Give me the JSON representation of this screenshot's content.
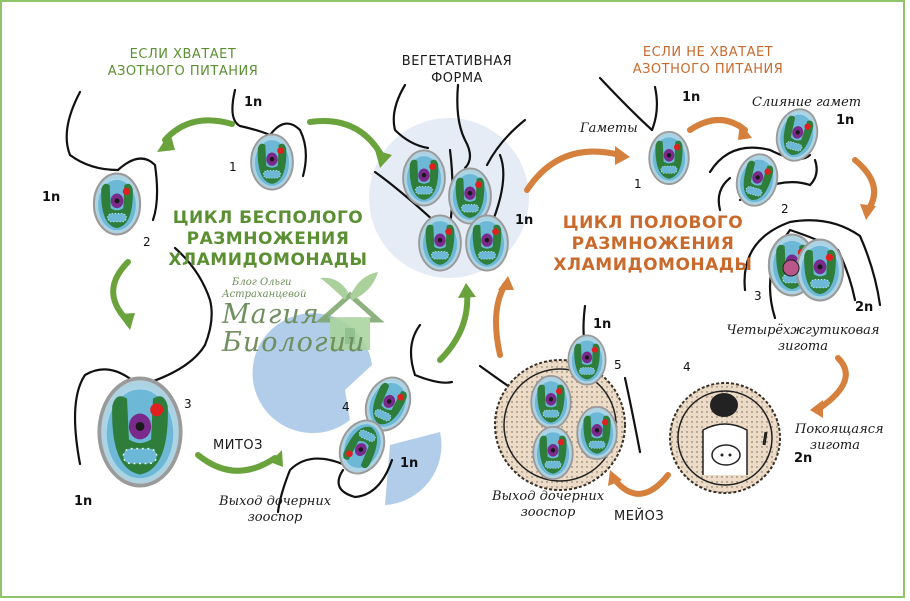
{
  "asexual_cycle": {
    "title_lines": [
      "ЦИКЛ БЕСПОЛОГО",
      "РАЗМНОЖЕНИЯ",
      "ХЛАМИДОМОНАДЫ"
    ],
    "condition_lines": [
      "ЕСЛИ ХВАТАЕТ",
      "АЗОТНОГО ПИТАНИЯ"
    ],
    "process_label": "МИТОЗ",
    "release_caption_lines": [
      "Выход дочерних",
      "зооспор"
    ],
    "stage_numbers": [
      "1",
      "2",
      "3",
      "4"
    ],
    "ploidy_labels": [
      "1n",
      "1n",
      "1n",
      "1n"
    ]
  },
  "vegetative": {
    "label_lines": [
      "ВЕГЕТАТИВНАЯ",
      "ФОРМА"
    ],
    "ploidy": "1n"
  },
  "sexual_cycle": {
    "title_lines": [
      "ЦИКЛ ПОЛОВОГО",
      "РАЗМНОЖЕНИЯ",
      "ХЛАМИДОМОНАДЫ"
    ],
    "condition_lines": [
      "ЕСЛИ НЕ ХВАТАЕТ",
      "АЗОТНОГО ПИТАНИЯ"
    ],
    "gametes_label": "Гаметы",
    "fusion_label": "Слияние гамет",
    "zygote_label_lines": [
      "Четырёхжгутиковая",
      "зигота"
    ],
    "resting_zygote_lines": [
      "Покоящаяся",
      "зигота"
    ],
    "process_label": "МЕЙОЗ",
    "release_caption_lines": [
      "Выход дочерних",
      "зооспор"
    ],
    "stage_numbers": [
      "1",
      "2",
      "3",
      "4",
      "5"
    ],
    "ploidy_labels": {
      "gamete": "1n",
      "fusion": "1n",
      "zygote": "2n",
      "resting": "2n",
      "zoospores": "1n"
    }
  },
  "logo": {
    "line1": "Блог Ольги",
    "line2": "Астраханцевой",
    "line3": "Магия",
    "line4": "Биологии"
  },
  "colors": {
    "asexual_accent": "#5b9032",
    "sexual_accent": "#c96a2c",
    "frame_border": "#8fc46b",
    "cell_green": "#2e7d3a",
    "cell_blue": "#6cb8d6",
    "nucleus_purple": "#7a2a8a",
    "eyespot_red": "#e0201e",
    "highlight_circle": "#e6ecf6",
    "blue_wedge": "#a9c8e8",
    "zygote_wall": "#ecdcc7"
  }
}
